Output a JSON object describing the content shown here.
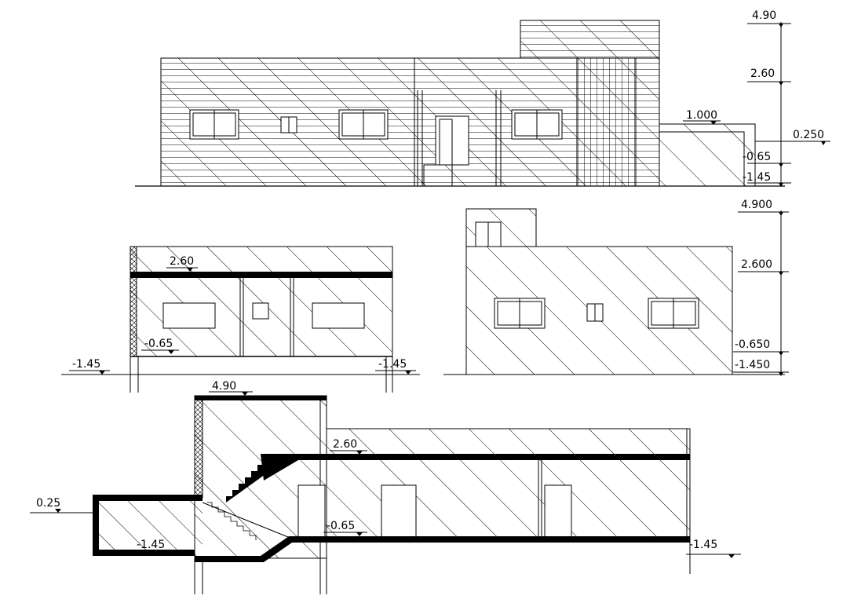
{
  "drawing": {
    "front_elevation": {
      "levels": {
        "l490": "4.90",
        "l260": "2.60",
        "l1000": "1.000",
        "l0250": "0.250",
        "l065": "-0.65",
        "l145": "-1.45"
      }
    },
    "left_section": {
      "levels": {
        "l260": "2.60",
        "l065": "-0.65",
        "l145_left": "-1.45",
        "l145_right": "-1.45"
      }
    },
    "side_elevation": {
      "levels": {
        "l4900": "4.900",
        "l2600": "2.600",
        "l0650": "-0.650",
        "l1450": "-1.450"
      }
    },
    "long_section": {
      "levels": {
        "l490": "4.90",
        "l260": "2.60",
        "l025": "0.25",
        "l065": "-0.65",
        "l145_left": "-1.45",
        "l145_right": "-1.45"
      }
    }
  }
}
